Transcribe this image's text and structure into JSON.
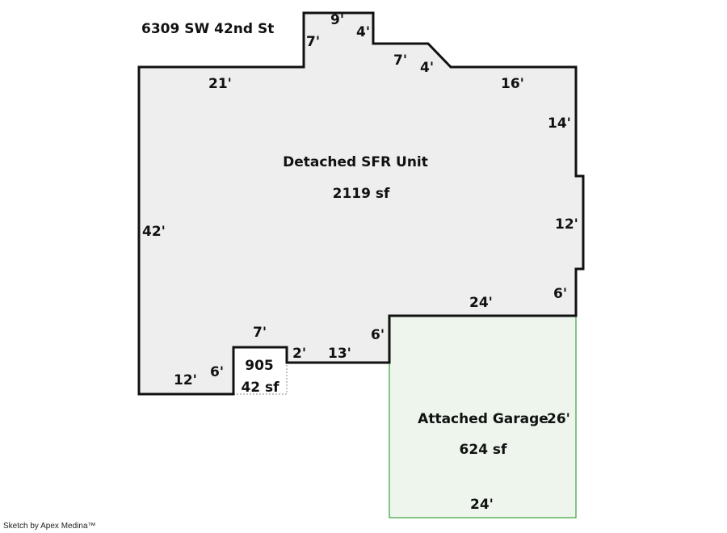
{
  "address": "6309 SW 42nd St",
  "credit": "Sketch by Apex Medina™",
  "colors": {
    "house_fill": "#eeeeee",
    "house_stroke": "#111111",
    "garage_fill": "#edf5ed",
    "garage_stroke": "#5fb35f",
    "porch_stroke": "#888888"
  },
  "areas": {
    "house": {
      "name": "Detached SFR Unit",
      "area": "2119 sf"
    },
    "garage": {
      "name": "Attached Garage",
      "area": "624 sf"
    },
    "porch": {
      "name": "905",
      "area": "42 sf"
    }
  },
  "dimensions": {
    "house_top_left": "21'",
    "bump_left": "7'",
    "bump_top": "9'",
    "bump_right": "4'",
    "step_top": "7'",
    "step_diag": "4'",
    "house_top_right": "16'",
    "house_right_upper": "14'",
    "house_right_bay": "12'",
    "house_right_lower": "6'",
    "house_bottom_right": "24'",
    "house_left": "42'",
    "notch_left": "6'",
    "notch_top": "7'",
    "notch_right": "2'",
    "house_bottom_mid": "13'",
    "garage_step": "6'",
    "house_bottom_left": "12'",
    "garage_side": "26'",
    "garage_bottom": "24'"
  }
}
